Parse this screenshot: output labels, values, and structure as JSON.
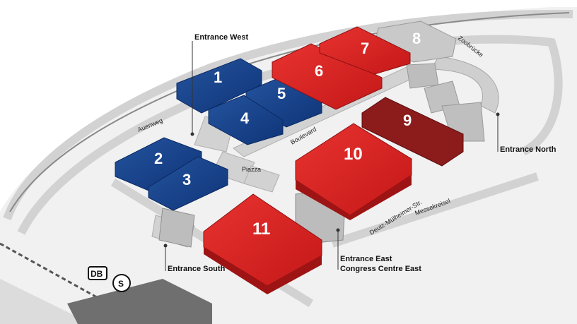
{
  "colors": {
    "blue_hall": "#17428b",
    "red_hall": "#d8201f",
    "dark_red_hall": "#8b1a1a",
    "grey_hall": "#c8c8c8",
    "ground": "#ececec",
    "road": "#d9d9d9"
  },
  "halls": [
    {
      "id": "1",
      "label": "1",
      "color": "blue"
    },
    {
      "id": "2",
      "label": "2",
      "color": "blue"
    },
    {
      "id": "3",
      "label": "3",
      "color": "blue"
    },
    {
      "id": "4",
      "label": "4",
      "color": "blue"
    },
    {
      "id": "5",
      "label": "5",
      "color": "blue"
    },
    {
      "id": "6",
      "label": "6",
      "color": "red"
    },
    {
      "id": "7",
      "label": "7",
      "color": "red"
    },
    {
      "id": "8",
      "label": "8",
      "color": "grey"
    },
    {
      "id": "9",
      "label": "9",
      "color": "dark-red"
    },
    {
      "id": "10",
      "label": "10",
      "color": "red"
    },
    {
      "id": "11",
      "label": "11",
      "color": "red"
    }
  ],
  "entrances": {
    "west": "Entrance West",
    "north": "Entrance North",
    "south": "Entrance South",
    "east_1": "Entrance East",
    "east_2": "Congress Centre East"
  },
  "roads": {
    "auenweg": "Auenweg",
    "boulevard": "Boulevard",
    "piazza": "Piazza",
    "zoobruecke": "Zoobrücke",
    "deutz": "Deutz-Mülheimer-Str.",
    "messekreisel": "Messekreisel"
  },
  "transit": {
    "db": "DB",
    "s": "S"
  }
}
